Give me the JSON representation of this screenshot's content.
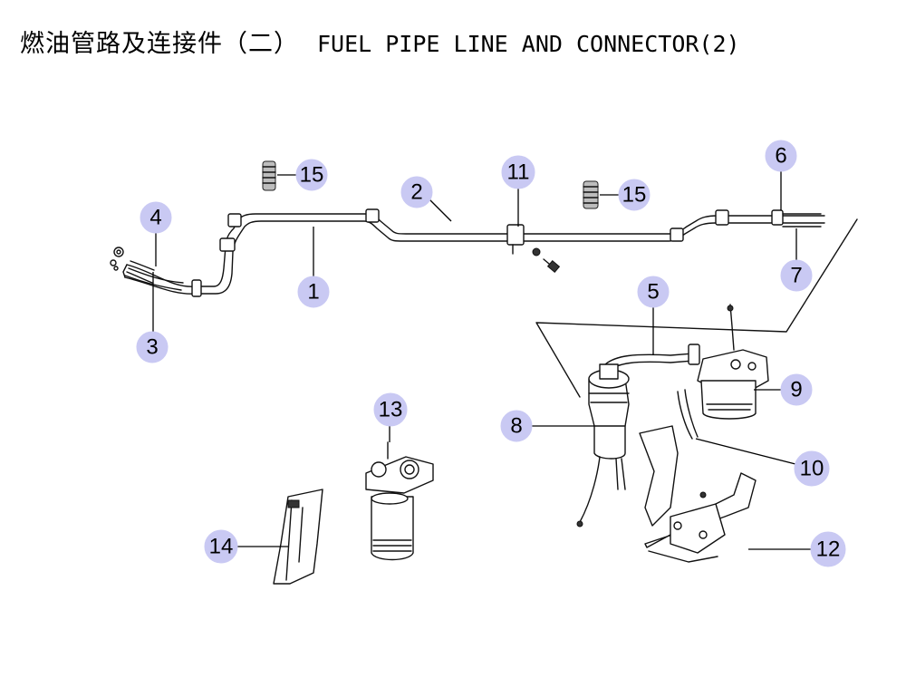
{
  "title": {
    "cn": "燃油管路及连接件（二）",
    "en": "FUEL PIPE LINE AND CONNECTOR(2)"
  },
  "callouts": {
    "c1": "1",
    "c2": "2",
    "c3": "3",
    "c4": "4",
    "c5": "5",
    "c6": "6",
    "c7": "7",
    "c8": "8",
    "c9": "9",
    "c10": "10",
    "c11": "11",
    "c12": "12",
    "c13": "13",
    "c14": "14",
    "c15a": "15",
    "c15b": "15"
  },
  "colors": {
    "callout_fill": "#c9c9f3",
    "line": "#111111",
    "background": "#ffffff"
  }
}
